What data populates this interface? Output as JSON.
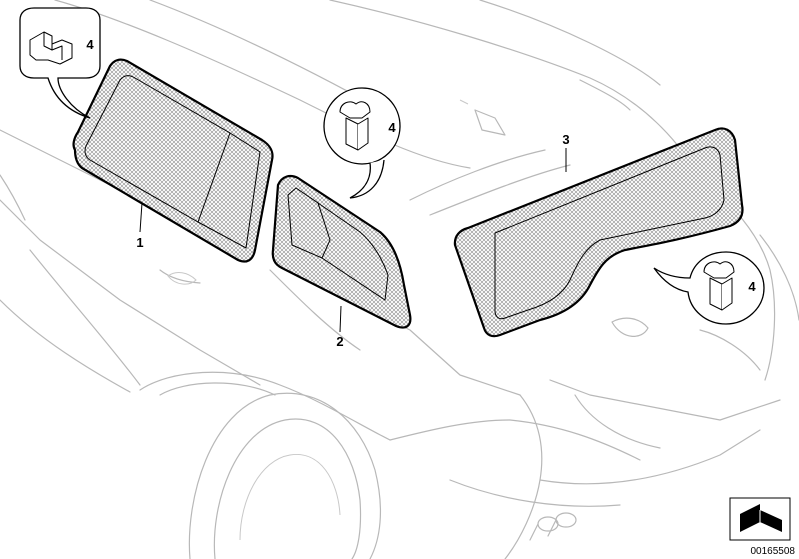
{
  "diagram": {
    "callouts": {
      "part_1": "1",
      "part_2": "2",
      "part_3": "3",
      "detail_4_top_left": "4",
      "detail_4_top_middle": "4",
      "detail_4_right": "4"
    },
    "document_number": "00165508"
  }
}
